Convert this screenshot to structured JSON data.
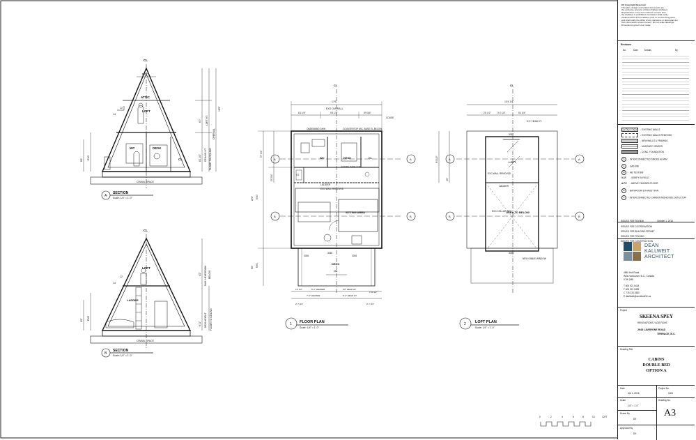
{
  "sheet": {
    "copyright": [
      "(C) Copyright Reserved.",
      "This plan, design and related documents are",
      "the exclusive property of Dean Kallweit Architect.",
      "Reproduction in any form without consent from",
      "the Architect is prohibited. Contractor shall verify",
      "all dimensions and conditions prior to commencing work,",
      "and shall notify the office of any variations or discrepancies",
      "from dimensions shown hereon. Do not scale drawings.",
      "Dimensions govern over scale."
    ],
    "revisions_title": "Revisions",
    "revision_headers": [
      "No.",
      "Date",
      "Details",
      "By"
    ],
    "legend": [
      {
        "symbol": "wall",
        "text": "- EXISTING WALLS"
      },
      {
        "symbol": "wall-x",
        "text": "- EXISTING WALLS REMOVED"
      },
      {
        "symbol": "wall-new",
        "text": "- NEW WALLS & FRAMING"
      },
      {
        "symbol": "wall-masonry",
        "text": "- MASONRY VENEER"
      },
      {
        "symbol": "wall-conc",
        "text": "- CONC. FOUNDATION"
      },
      {
        "symbol": "S",
        "text": "- INTERCONNECTED SMOKE ALARM"
      },
      {
        "symbol": "●",
        "text": "- GAS BIB"
      },
      {
        "symbol": "⊕",
        "text": "- HB TEST BIB"
      },
      {
        "symbol": "V.I.F.",
        "text": "- VERIFY IN FIELD"
      },
      {
        "symbol": "A.F.F.",
        "text": "- ABOVE FINISHED FLOOR"
      },
      {
        "symbol": "⊗",
        "text": "- BATHROOM EXHAUST FAN"
      },
      {
        "symbol": "C",
        "text": "- INTERCONNECTED CARBON MONOXIDE DETECTOR"
      }
    ],
    "issues": [
      {
        "label": "ISSUED FOR REVIEW",
        "date": "October 1, 2016"
      },
      {
        "label": "ISSUED FOR COORDINATION",
        "date": ""
      },
      {
        "label": "ISSUED FOR BUILDING PERMIT",
        "date": ""
      },
      {
        "label": "ISSUED FOR PRICING",
        "date": ""
      },
      {
        "label": "ISSUED FOR CONSTRUCTION",
        "date": ""
      }
    ],
    "firm": {
      "name_lines": [
        "DEAN",
        "KALLWEIT",
        "ARCHITECT"
      ],
      "address": [
        "4550 Holt Road",
        "West Vancouver, B.C., Canada",
        "V7W 2M8"
      ],
      "phones": [
        "T  604 921 5418",
        "F  604 921 5405",
        "C  778 233 1583",
        "E  dkallweit@architectDK.ca"
      ],
      "colors": [
        "#1f4e6b",
        "#c9a36a",
        "#7a8fa0",
        "#8a6f4e"
      ]
    },
    "project_label": "Project",
    "project_name": "SKEENA SPEY",
    "project_sub": "RENOVATIONS / ADDITIONS",
    "project_addr1": "2945 LAVERGNE ROAD",
    "project_addr2": "TERRACE, B.C.",
    "drawing_title_label": "Drawing Title",
    "drawing_title": [
      "CABINS",
      "DOUBLE BED",
      "OPTION A"
    ],
    "date_label": "Date",
    "date_value": "Oct 1, 2016",
    "project_no_label": "Project No.",
    "project_no": "1601",
    "scale_label": "Scale",
    "scale_value": "1/4\" = 1'-0\"",
    "drawing_no_label": "Drawing No.",
    "drawn_by_label": "Drawn By",
    "drawn_by": "DK",
    "approved_by_label": "Approved By",
    "approved_by": "DK",
    "sheet_no": "A3"
  },
  "section_a": {
    "cl": "CL",
    "width_dim": "5'0\"",
    "attic": "ATTIC",
    "loft": "LOFT",
    "wc": "WC",
    "desk": "DESK",
    "cl_room": "CL",
    "crawl": "CRAWL SPACE",
    "tag": "A",
    "title": "SECTION",
    "scale": "Scale: 1/4\" = 1'-0\"",
    "dims_right": [
      "6'0\"",
      "LOFT HT.",
      "OVERALL",
      "8'1 1/2\"",
      "CEILING HT.",
      "FLOOR TO CEILING",
      "18'9\""
    ],
    "dims_left": [
      "8'6\"",
      "EXG"
    ],
    "slope": [
      "12",
      "14"
    ]
  },
  "section_b": {
    "cl": "CL",
    "loft": "LOFT",
    "ladder": "LADDER",
    "crawl": "CRAWL SPACE",
    "tag": "B",
    "title": "SECTION",
    "scale": "Scale: 1/4\" = 1'-0\"",
    "dims_right": [
      "4'2\"",
      "MAX. HEADROOM",
      "BELOW",
      "6'11\"",
      "NEW HEIGHT",
      "FLOOR TO CEILING"
    ],
    "dims_left": [
      "6'6\"",
      "EXG"
    ],
    "slope": [
      "12",
      "14"
    ]
  },
  "floor_plan": {
    "cl": "CL",
    "overall_top": "17'6\"",
    "exg_wall": "EXG OVERALL",
    "top_dims": [
      "6'1 1/4\"",
      "5'3 1/2\"",
      "5'9 3/4\""
    ],
    "couse": "COUSE",
    "ondemand": "ONDEMAND DHW",
    "countertop": "COUNTERTOP MIC. BASE EL BELOW",
    "wc": "WC",
    "desk": "DESK",
    "rooms_st": "ST.",
    "lader": "LADDER",
    "exg_wall_removed": "EXG WALL REMOVED",
    "ex_fans": "EXTRNL BASE COM",
    "sitting": "SITTING AREA",
    "deck": "DECK",
    "dn": "DN",
    "window_labels": [
      "3036",
      "3036",
      "3036"
    ],
    "left_dims": [
      "5'7 3/4\"",
      "2'0 3/4\"",
      "22'0\"",
      "EXG",
      "8'0\"",
      "EXG"
    ],
    "bottom_dims": [
      "1'0 1/2\"",
      "6'-0\" HEADER",
      "7'-0\" HEADER",
      "6'0\" HEAD HT.",
      "6'-2\" HEAD HT.",
      "1'10 1/2\"",
      "2'-7 3/4\"",
      "2'-7 3/4\""
    ],
    "section_tags": [
      "A",
      "A",
      "B",
      "B"
    ],
    "tag": "1",
    "title": "FLOOR PLAN",
    "scale": "Scale: 1/4\" = 1'-0\""
  },
  "loft_plan": {
    "cl": "CL",
    "overall_top": "13'4 3/4\"",
    "top_dims": [
      "2'5 1/2\"",
      "3'-0 1/2\"",
      "5'1 3/4\""
    ],
    "head_ht": "6'-2\" HEAD HT.",
    "window_label": "3036",
    "loft": "LOFT",
    "ladder": "LADDER",
    "wall_removed": "EXG WALL REMOVED",
    "exg_collar_ties": "EXG COLLAR TIES",
    "open_to_below": "OPEN TO BELOW",
    "new_gable_window": "NEW GABLE WINDOW",
    "window_3036": "3036",
    "left_dims": [
      "8'4 1/2\"",
      "4'0\""
    ],
    "section_tags": [
      "A",
      "A",
      "B",
      "B"
    ],
    "tag": "2",
    "title": "LOFT PLAN",
    "scale": "Scale: 1/4\" = 1'-0\""
  },
  "scale_bar": {
    "ticks": [
      "0",
      "2",
      "4",
      "6",
      "8",
      "10",
      "12FT"
    ]
  }
}
